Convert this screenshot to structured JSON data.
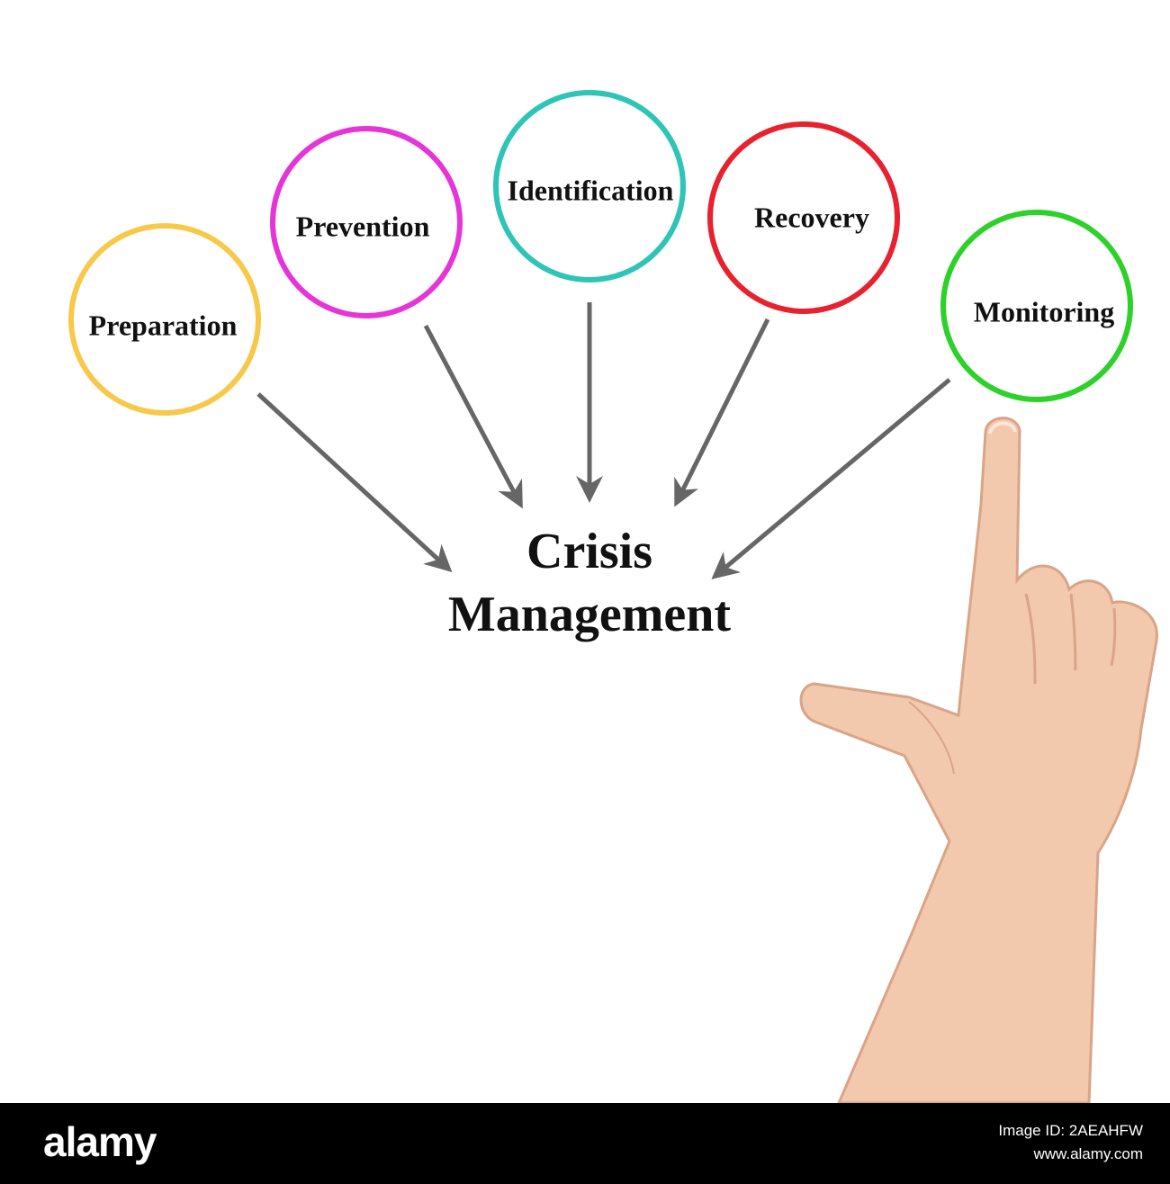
{
  "diagram": {
    "center": {
      "line1": "Crisis",
      "line2": "Management"
    },
    "nodes": [
      {
        "id": "preparation",
        "label": "Preparation",
        "color": "#f7c94a"
      },
      {
        "id": "prevention",
        "label": "Prevention",
        "color": "#e535d9"
      },
      {
        "id": "identification",
        "label": "Identification",
        "color": "#2ec4b6"
      },
      {
        "id": "recovery",
        "label": "Recovery",
        "color": "#e8212f"
      },
      {
        "id": "monitoring",
        "label": "Monitoring",
        "color": "#2ed12a"
      }
    ],
    "arrow_color": "#666666"
  },
  "footer": {
    "logo": "alamy",
    "image_id": "Image ID: 2AEAHFW",
    "site": "www.alamy.com"
  }
}
